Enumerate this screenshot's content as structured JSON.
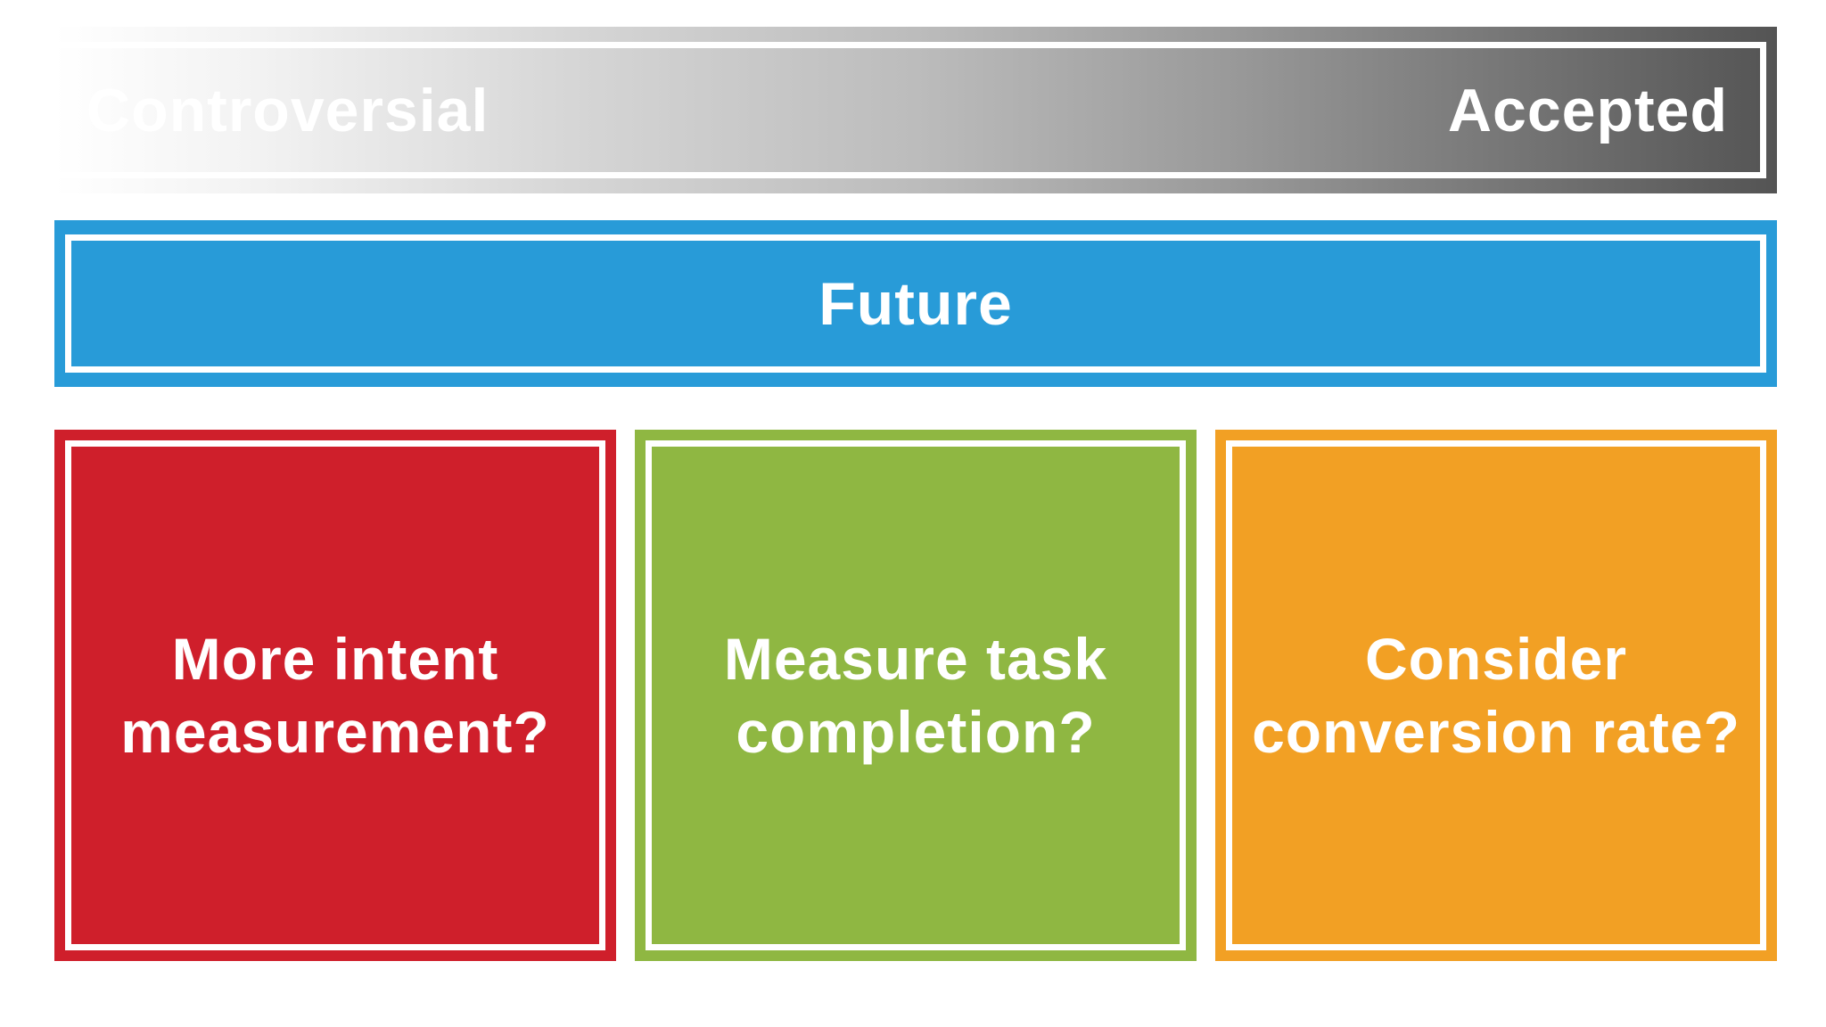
{
  "spectrum": {
    "left_label": "Controversial",
    "right_label": "Accepted"
  },
  "banner": {
    "label": "Future",
    "color": "#289bd8"
  },
  "cards": [
    {
      "label": "More intent measurement?",
      "color": "#cf1f2b"
    },
    {
      "label": "Measure task completion?",
      "color": "#8fb742"
    },
    {
      "label": "Consider conversion rate?",
      "color": "#f2a024"
    }
  ]
}
